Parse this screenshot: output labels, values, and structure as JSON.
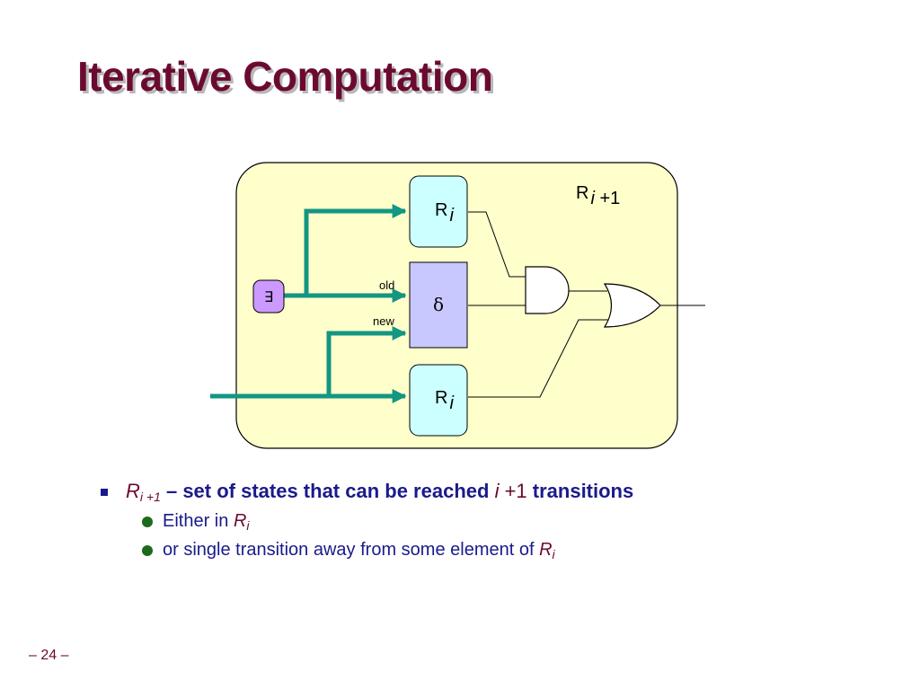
{
  "slide": {
    "title": "Iterative Computation",
    "page_number": "– 24 –"
  },
  "diagram": {
    "top_register": {
      "name": "R",
      "sub": "i"
    },
    "bottom_register": {
      "name": "R",
      "sub": "i"
    },
    "delta_block": "δ",
    "exists_block": "∃",
    "old_label": "old",
    "new_label": "new",
    "output_label": {
      "name": "R",
      "sub": "i",
      "suffix": " +1"
    }
  },
  "bullets": {
    "main": {
      "var": "R",
      "var_sub": "i +1",
      "text": " – set of states that can be reached ",
      "i_var": "i",
      "plus_one": " +1",
      "tail": " transitions"
    },
    "sub1": {
      "text": "Either in ",
      "var": "R",
      "var_sub": "i"
    },
    "sub2": {
      "text": "or single transition away from some element of ",
      "var": "R",
      "var_sub": "i"
    }
  },
  "colors": {
    "title": "#6b0a30",
    "outer_box": "#ffffcc",
    "register_fill": "#ccffff",
    "delta_fill": "#c8c8ff",
    "exists_fill": "#cc99ff",
    "arrow": "#139682",
    "bullet_text": "#1a1a8c"
  }
}
